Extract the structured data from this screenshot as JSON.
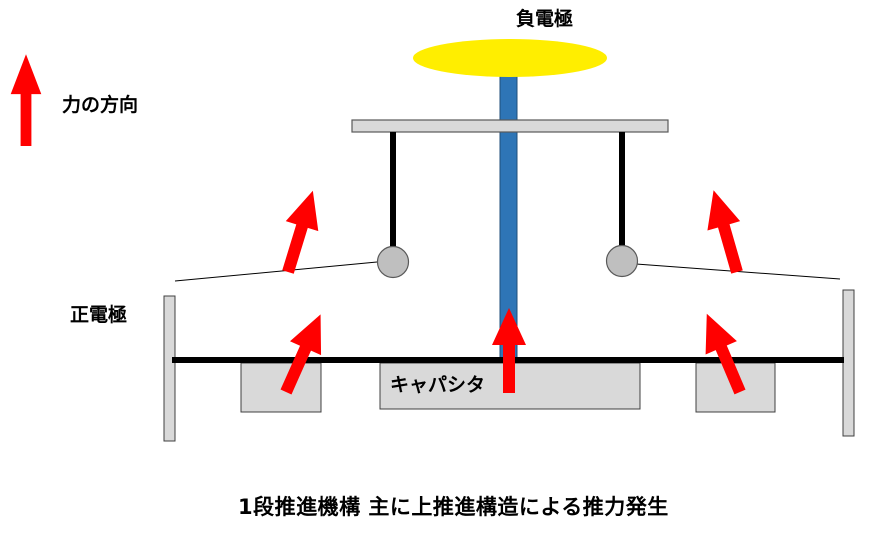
{
  "labels": {
    "negative_electrode": "負電極",
    "force_direction": "力の方向",
    "positive_electrode": "正電極",
    "capacitor": "キャパシタ",
    "caption": "1段推進機構 主に上推進構造による推力発生"
  },
  "colors": {
    "negative_electrode_fill": "#ffee00",
    "central_rod": "#2e75b6",
    "arrow": "#ff0000",
    "plate_gray": "#d9d9d9",
    "ball_gray": "#bfbfbf",
    "outline": "#7f7f7f",
    "black": "#000000"
  }
}
